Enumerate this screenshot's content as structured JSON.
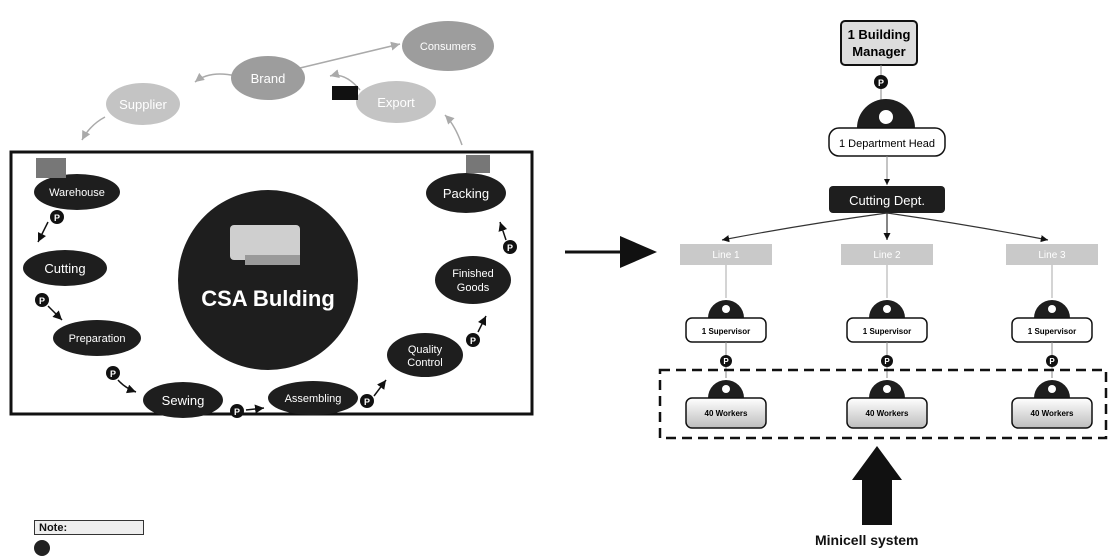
{
  "outer_cycle": {
    "consumers": "Consumers",
    "brand": "Brand",
    "supplier": "Supplier",
    "export": "Export"
  },
  "process": {
    "center_title": "CSA Bulding",
    "warehouse": "Warehouse",
    "cutting": "Cutting",
    "preparation": "Preparation",
    "sewing": "Sewing",
    "assembling": "Assembling",
    "quality_control": [
      "Quality",
      "Control"
    ],
    "finished_goods": [
      "Finished",
      "Goods"
    ],
    "packing": "Packing",
    "p_marker": "P"
  },
  "org_chart": {
    "building_manager": [
      "1 Building",
      "Manager"
    ],
    "department_head": "1 Department Head",
    "dept": "Cutting Dept.",
    "lines": [
      "Line 1",
      "Line 2",
      "Line 3"
    ],
    "supervisor": "1 Supervisor",
    "workers": "40 Workers",
    "system_label": "Minicell system"
  },
  "note": {
    "label": "Note:"
  }
}
